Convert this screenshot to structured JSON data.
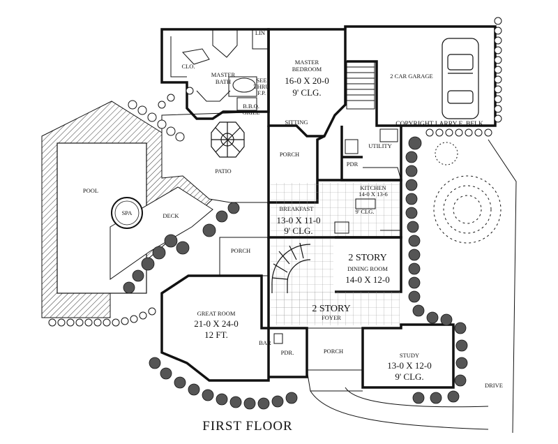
{
  "title": "FIRST FLOOR",
  "copyright": "COPYRIGHT LARRY E. BELK",
  "rooms": {
    "clo": "CLO.",
    "lin": "LIN",
    "master_bath": [
      "MASTER",
      "BATH"
    ],
    "see_thru": [
      "SEE",
      "THRU",
      "F.P."
    ],
    "bbq": [
      "B.B.Q.",
      "GRILL"
    ],
    "master_bedroom": [
      "MASTER",
      "BEDROOM",
      "16-0 X 20-0",
      "9' CLG."
    ],
    "sitting": "SITTING",
    "garage": "2 CAR GARAGE",
    "utility": "UTILITY",
    "pdr_upper": "PDR",
    "kitchen": [
      "KITCHEN",
      "14-0 X 13-6",
      "9' CLG."
    ],
    "porch_rear": "PORCH",
    "patio": "PATIO",
    "pool": "POOL",
    "spa": "SPA",
    "deck": "DECK",
    "breakfast": [
      "BREAKFAST",
      "13-0 X 11-0",
      "9' CLG."
    ],
    "porch_side": "PORCH",
    "dining": [
      "2 STORY",
      "DINING ROOM",
      "14-0 X 12-0"
    ],
    "foyer": [
      "2 STORY",
      "FOYER"
    ],
    "great_room": [
      "GREAT ROOM",
      "21-0 X 24-0",
      "12 FT."
    ],
    "bar": "BAR",
    "pdr_lower": "PDR.",
    "porch_front": "PORCH",
    "study": [
      "STUDY",
      "13-0 X 12-0",
      "9' CLG."
    ],
    "drive": "DRIVE"
  }
}
